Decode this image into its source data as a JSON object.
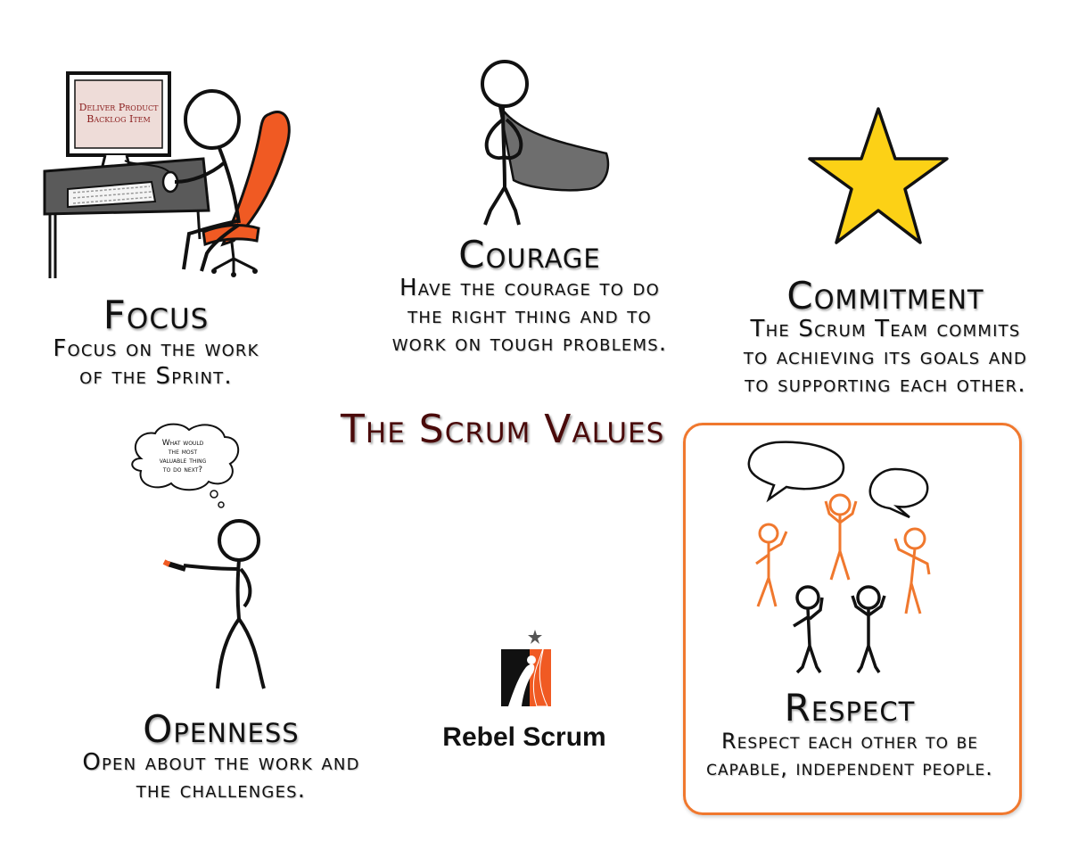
{
  "main_title": "The Scrum Values",
  "values": [
    {
      "title": "Focus",
      "lines": [
        "Focus on the work",
        "of the Sprint."
      ]
    },
    {
      "title": "Courage",
      "lines": [
        "Have the courage to do",
        "the right thing and to",
        "work on tough problems."
      ]
    },
    {
      "title": "Commitment",
      "lines": [
        "The Scrum Team commits",
        "to achieving its goals and",
        "to supporting each other."
      ]
    },
    {
      "title": "Openness",
      "lines": [
        "Open about the work and",
        "the challenges."
      ]
    },
    {
      "title": "Respect",
      "lines": [
        "Respect each other to be",
        "capable, independent people."
      ]
    }
  ],
  "screen_text": [
    "Deliver Product",
    "Backlog Item"
  ],
  "thought_bubble": [
    "What would",
    "the most",
    "valuable thing",
    "to do next?"
  ],
  "logo_text": "Rebel Scrum",
  "colors": {
    "accent": "#f0782e",
    "star": "#fcd116",
    "title": "#4a0a0a",
    "cape": "#6e6e6e",
    "desk": "#5a5a5a"
  }
}
